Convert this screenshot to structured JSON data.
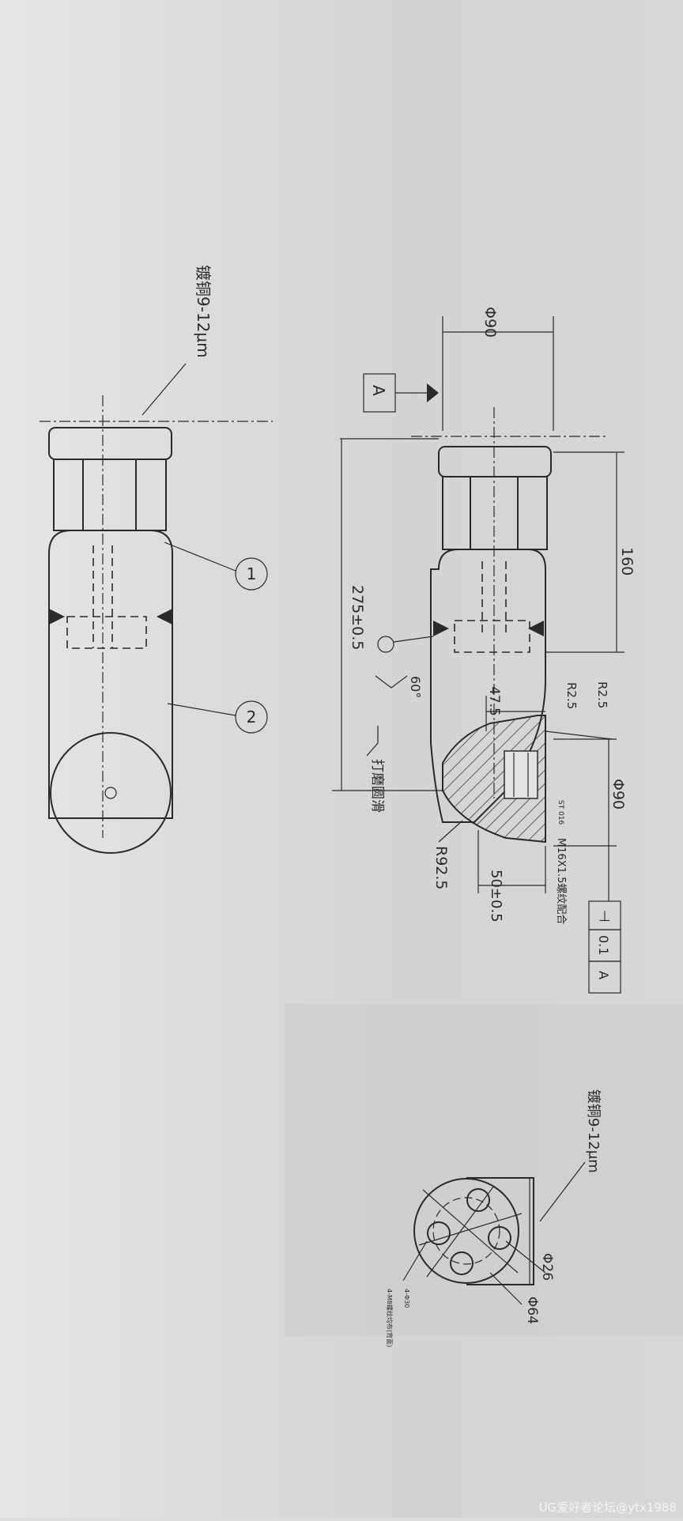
{
  "labels": {
    "plating_left": "镀铜9-12μm",
    "plating_right": "镀铜9-12μm",
    "balloon_1": "1",
    "balloon_2": "2",
    "datum_a": "A",
    "dia_90_top": "Φ90",
    "len_160": "160",
    "len_275": "275±0.5",
    "angle_60": "60°",
    "polish": "打磨圆滑",
    "dim_47_5": "47.5",
    "r2_5_a": "R2.5",
    "r2_5_b": "R2.5",
    "dia_90_side": "Φ90",
    "r92_5": "R92.5",
    "dim_50": "50±0.5",
    "thread_note": "M16X1.5螺纹配合",
    "tol_symbol": "⊥",
    "tol_value": "0.1",
    "tol_datum": "A",
    "dia_26": "Φ26",
    "dia_64": "Φ64",
    "holes_note": "4-Φ30",
    "holes_note2": "4-M8螺纹均布(背面)",
    "small_note": "ST 016",
    "watermark": "UG爱好者论坛@ytx1988"
  }
}
